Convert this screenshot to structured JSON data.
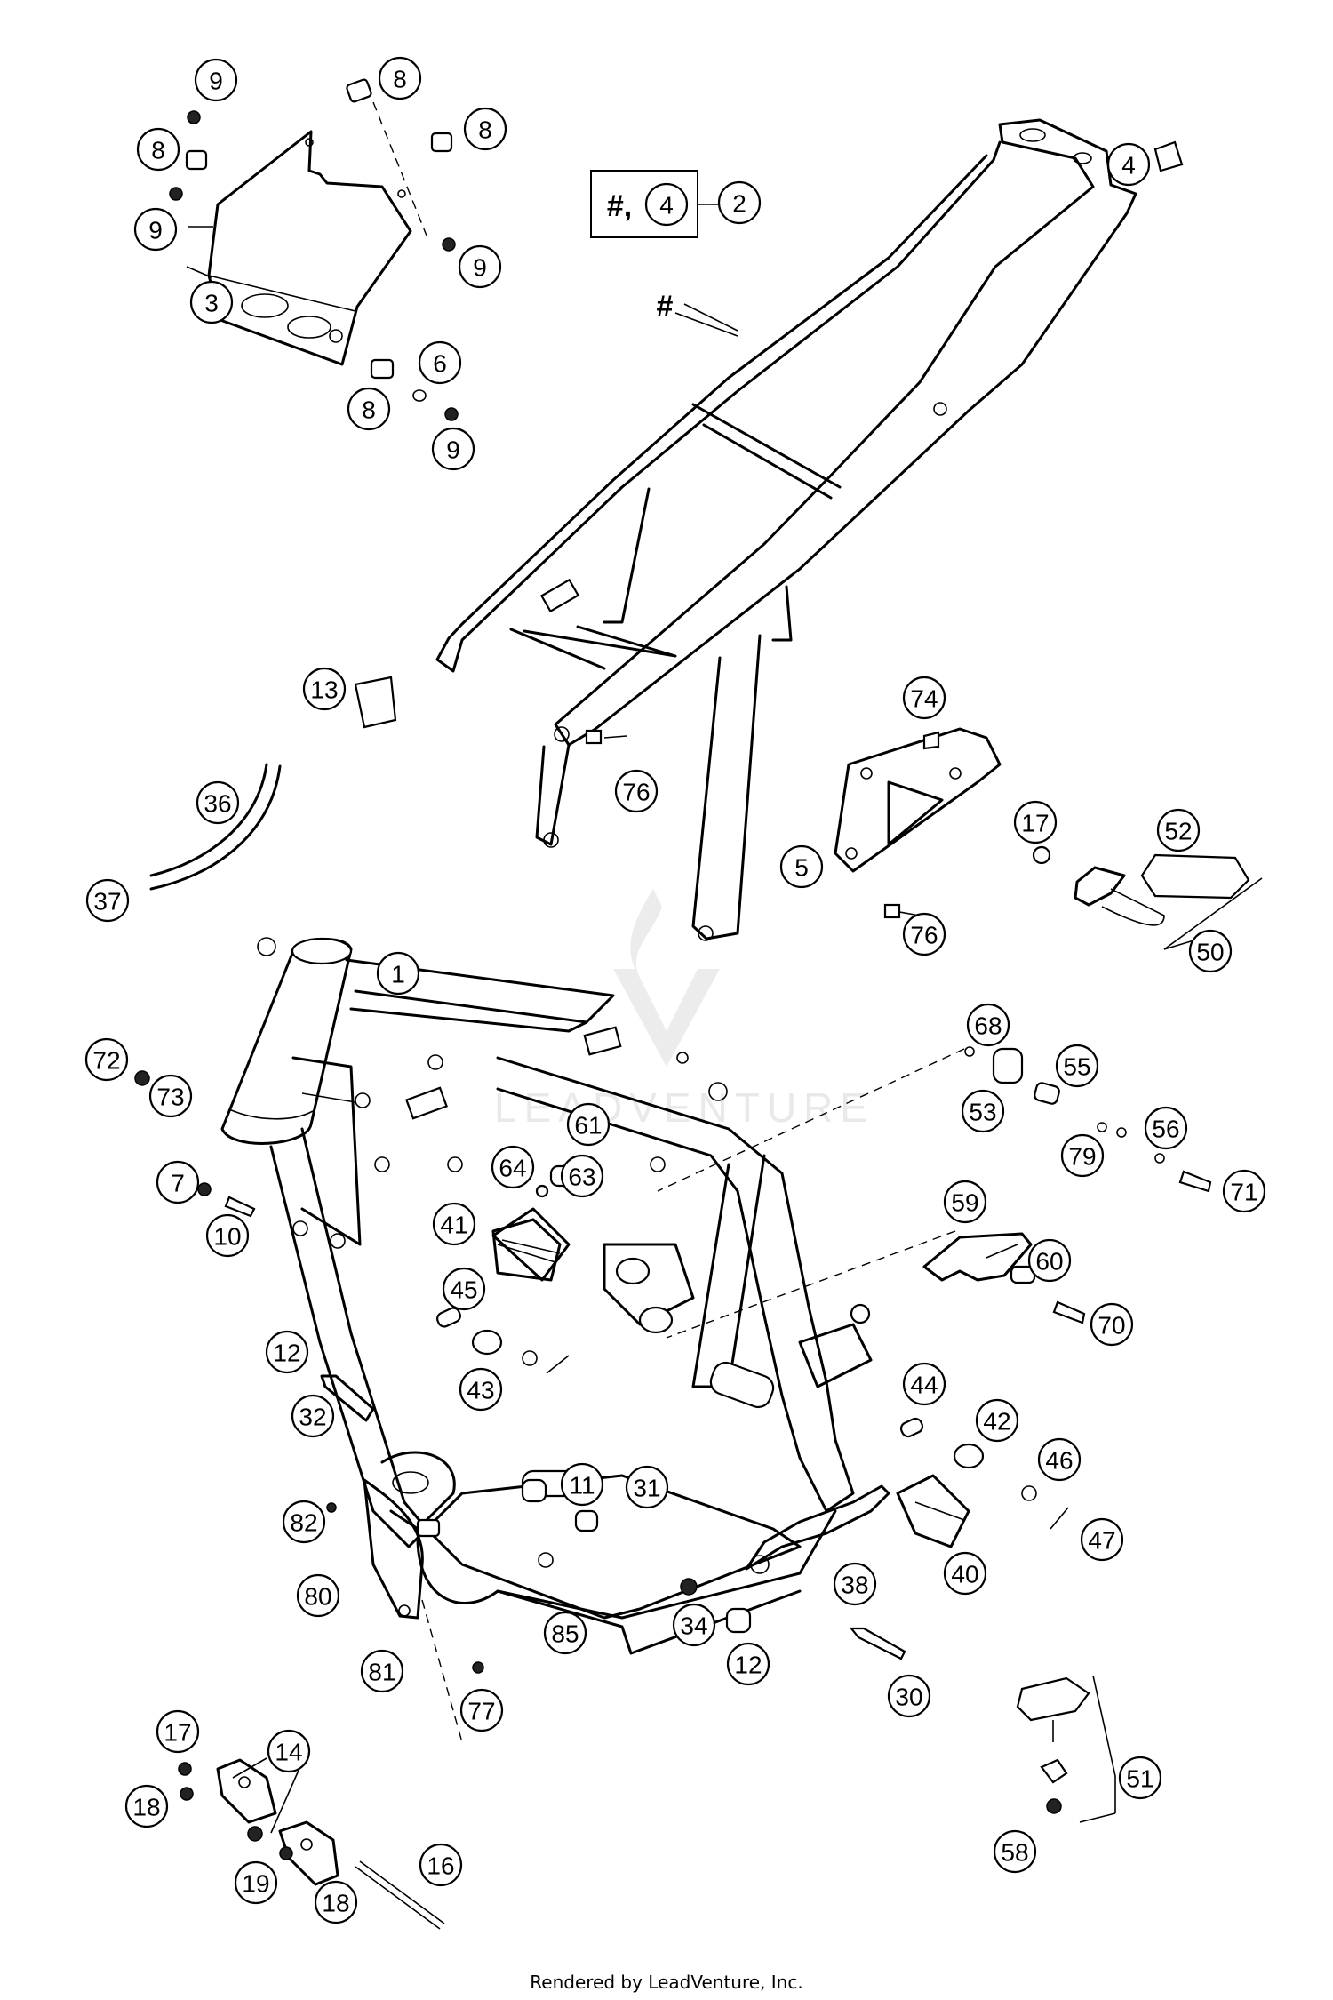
{
  "diagram": {
    "callouts": [
      "1",
      "2",
      "3",
      "4",
      "4",
      "5",
      "6",
      "7",
      "8",
      "8",
      "8",
      "8",
      "9",
      "9",
      "9",
      "9",
      "10",
      "11",
      "12",
      "12",
      "13",
      "14",
      "16",
      "17",
      "17",
      "18",
      "18",
      "19",
      "30",
      "31",
      "32",
      "34",
      "36",
      "37",
      "38",
      "40",
      "41",
      "42",
      "43",
      "44",
      "45",
      "46",
      "47",
      "50",
      "51",
      "52",
      "53",
      "55",
      "56",
      "58",
      "59",
      "60",
      "61",
      "63",
      "64",
      "68",
      "70",
      "71",
      "72",
      "73",
      "74",
      "76",
      "76",
      "77",
      "79",
      "80",
      "81",
      "82",
      "85"
    ],
    "reference_box": {
      "text": "#,",
      "ref": "4"
    },
    "frame_marker": "#",
    "watermark_text": "LEADVENTURE"
  },
  "footer": {
    "text": "Rendered by LeadVenture, Inc."
  }
}
